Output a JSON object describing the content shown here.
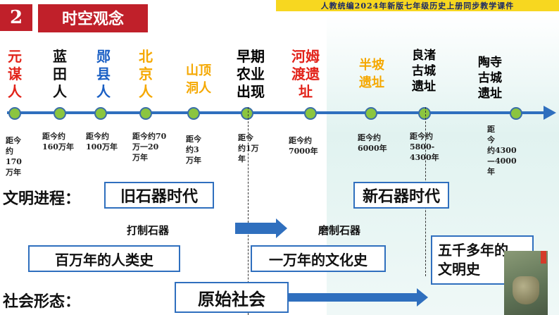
{
  "header": {
    "number": "2",
    "title": "时空观念",
    "course": "人教统编2024年新版七年级历史上册同步教学课件"
  },
  "sites": [
    {
      "name": "元\n谋\n人",
      "color": "#e2231a"
    },
    {
      "name": "蓝\n田\n人",
      "color": "#111111"
    },
    {
      "name": "郧\n县\n人",
      "color": "#1a5fc4"
    },
    {
      "name": "北\n京\n人",
      "color": "#f5a800"
    },
    {
      "name": "山顶\n洞人",
      "color": "#f5a800"
    },
    {
      "name": "早期\n农业\n出现",
      "color": "#111111"
    },
    {
      "name": "河姆\n渡遗\n址",
      "color": "#e2231a"
    },
    {
      "name": "半坡\n遗址",
      "color": "#f5a800"
    },
    {
      "name": "良渚\n古城\n遗址",
      "color": "#111111"
    },
    {
      "name": "陶寺\n古城\n遗址",
      "color": "#111111"
    }
  ],
  "dates": [
    "距今\n约\n170\n万年",
    "距今约\n160万年",
    "距今约\n100万年",
    "距今约70\n万一20\n万年",
    "距今\n约3\n万年",
    "距今\n约1万\n年",
    "距今约\n7000年",
    "距今约\n6000年",
    "距今约\n5800-\n4300年",
    "距\n今\n约4300\n—4000\n年"
  ],
  "civilization": {
    "label": "文明进程：",
    "paleolithic": "旧石器时代",
    "neolithic": "新石器时代",
    "chipped_tools": "打制石器",
    "polished_tools": "磨制石器",
    "human_history": "百万年的人类史",
    "culture_history": "一万年的文化史",
    "civilization_history": "五千多年的\n文明史"
  },
  "society": {
    "label": "社会形态：",
    "primitive": "原始社会"
  },
  "colors": {
    "accent_red": "#c0202a",
    "timeline_blue": "#2f6fbe",
    "node_green": "#8bc53f",
    "banner_yellow": "#f7d720"
  }
}
